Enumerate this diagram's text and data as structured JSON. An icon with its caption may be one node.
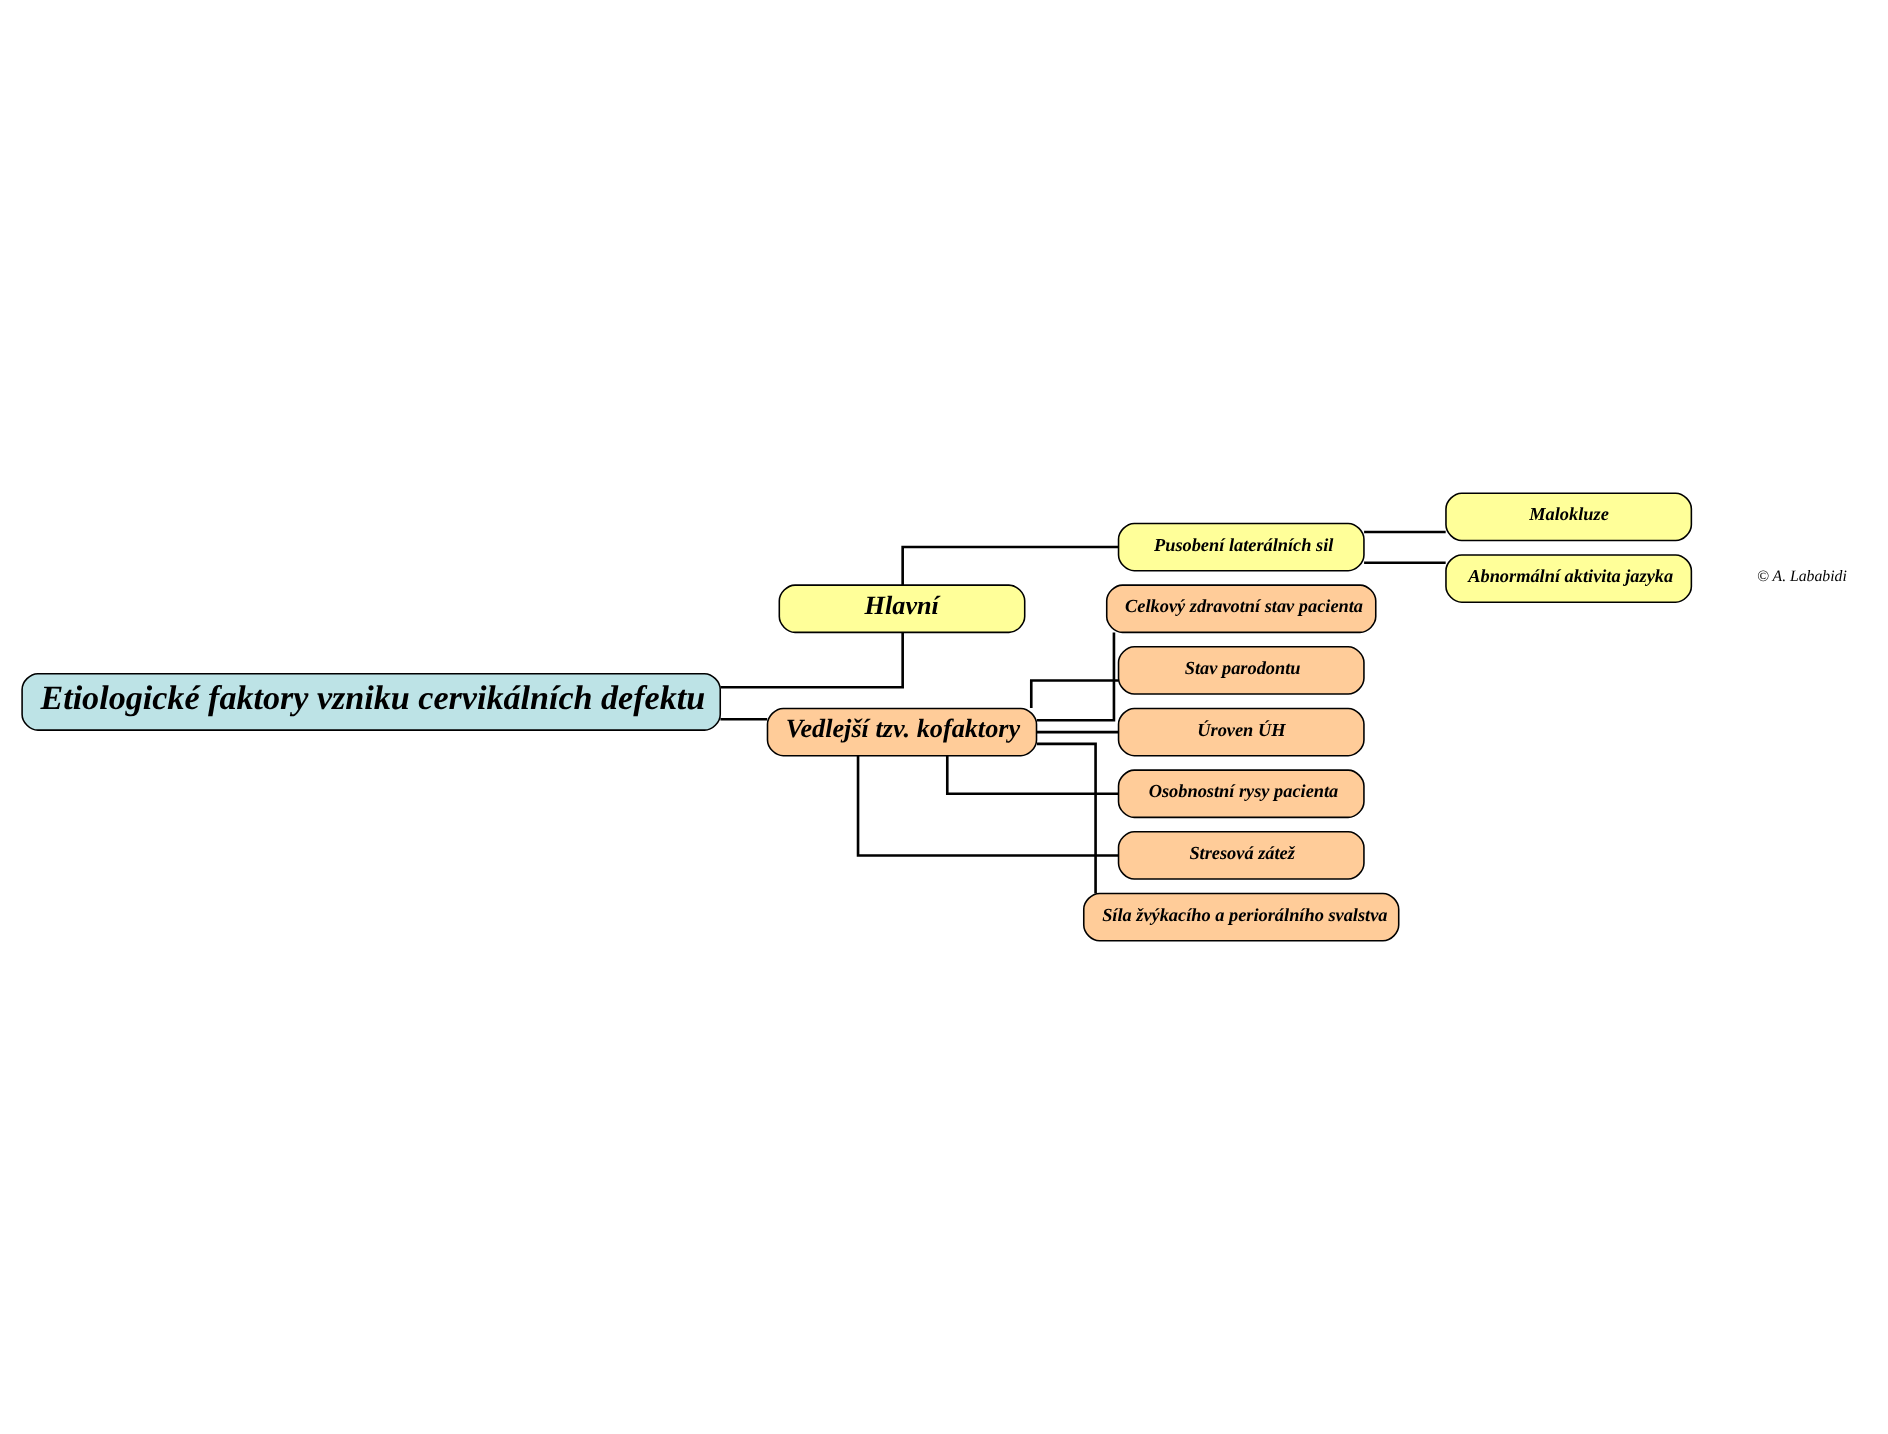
{
  "diagram": {
    "nodes": [
      {
        "text": [
          "Etiologické faktory vzniku cervikálních defektu"
        ]
      },
      {
        "text": [
          "Hlavní"
        ]
      },
      {
        "text": [
          "Vedlejší tzv. kofaktory"
        ]
      },
      {
        "text": [
          "Pusobení laterálních sil"
        ]
      },
      {
        "text": [
          "Malokluze"
        ]
      },
      {
        "text": [
          "Abnormální aktivita jazyka"
        ]
      },
      {
        "text": [
          "Celkový zdravotní stav pacienta"
        ]
      },
      {
        "text": [
          "Stav parodontu"
        ]
      },
      {
        "text": [
          "Úroven ÚH"
        ]
      },
      {
        "text": [
          "Osobnostní rysy pacienta"
        ]
      },
      {
        "text": [
          "Stresová zátež"
        ]
      },
      {
        "text": [
          "Síla žvýkacího a periorálního svalstva"
        ]
      }
    ],
    "edges": [
      {
        "from": 0,
        "to": 1,
        "arrow": "none"
      },
      {
        "from": 0,
        "to": 2,
        "arrow": "none"
      },
      {
        "from": 1,
        "to": 3,
        "arrow": "none"
      },
      {
        "from": 3,
        "to": 4,
        "arrow": "none"
      },
      {
        "from": 3,
        "to": 5,
        "arrow": "none"
      },
      {
        "from": 2,
        "to": 6,
        "arrow": "none"
      },
      {
        "from": 2,
        "to": 7,
        "arrow": "none"
      },
      {
        "from": 2,
        "to": 8,
        "arrow": "none"
      },
      {
        "from": 2,
        "to": 9,
        "arrow": "none"
      },
      {
        "from": 2,
        "to": 10,
        "arrow": "none"
      },
      {
        "from": 2,
        "to": 11,
        "arrow": "none"
      }
    ],
    "labels": [
      "© A. Lababidi"
    ]
  }
}
